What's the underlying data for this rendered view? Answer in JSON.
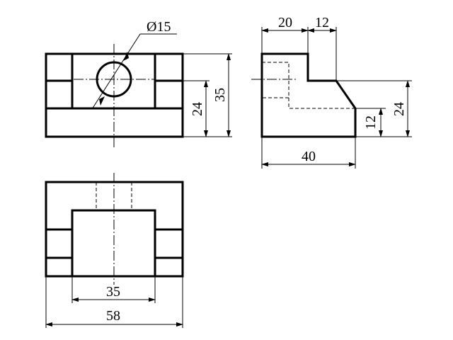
{
  "diagram": {
    "front_view": {
      "hole_label": "Ø15",
      "height_24": "24",
      "height_35": "35"
    },
    "side_view": {
      "width_20": "20",
      "width_12": "12",
      "height_24": "24",
      "height_12": "12",
      "width_40": "40"
    },
    "top_view": {
      "width_35": "35",
      "width_58": "58"
    }
  }
}
